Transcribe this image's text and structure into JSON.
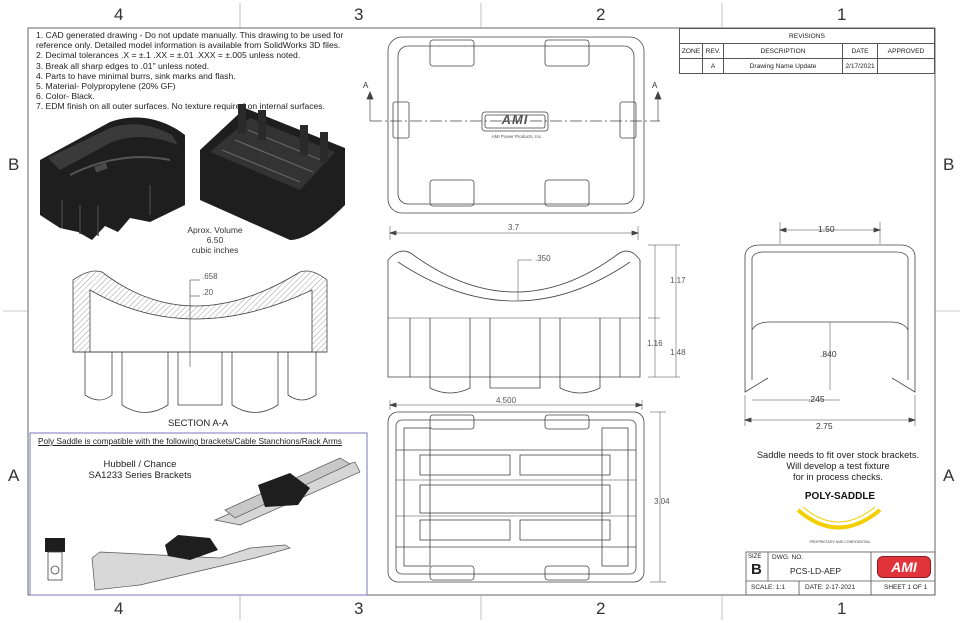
{
  "zones": {
    "top": [
      "4",
      "3",
      "2",
      "1"
    ],
    "bottom": [
      "4",
      "3",
      "2",
      "1"
    ],
    "left": [
      "B",
      "A"
    ],
    "right": [
      "B",
      "A"
    ]
  },
  "notes": [
    "1. CAD generated drawing - Do not update manually.  This drawing to be used for",
    "reference only.  Detailed model information is available from SolidWorks 3D files.",
    "2. Decimal tolerances   .X = ±.1     .XX = ±.01     .XXX = ±.005     unless noted.",
    "3. Break all sharp edges to .01\" unless noted.",
    "4. Parts to have minimal burrs, sink marks and flash.",
    "5. Material- Polypropylene (20% GF)",
    "6. Color- Black.",
    "7. EDM finish on all outer surfaces.  No texture required on internal surfaces."
  ],
  "volume": {
    "line1": "Aprox. Volume 6.50",
    "line2": "cubic inches"
  },
  "section": {
    "label": "SECTION A-A",
    "dim1": ".658",
    "dim2": ".20"
  },
  "compat": {
    "header": "Poly Saddle is compatible with the following brackets/Cable Stanchions/Rack Arms",
    "brand": "Hubbell / Chance",
    "series": "SA1233 Series Brackets"
  },
  "top_view": {
    "section_marker": "A",
    "logo": "AMI",
    "logo_sub": "AMI Power Products, Inc."
  },
  "front_view": {
    "width": "3.7",
    "depth": ".350",
    "h1": "1.17",
    "h2": "1.16",
    "h3": "1.48"
  },
  "bottom_view": {
    "width": "4.500",
    "height": "3.04"
  },
  "side_view": {
    "top": "1.50",
    "mid": ".840",
    "foot": ".245",
    "base": "2.75"
  },
  "revisions": {
    "title": "REVISIONS",
    "headers": [
      "ZONE",
      "REV.",
      "DESCRIPTION",
      "DATE",
      "APPROVED"
    ],
    "rows": [
      [
        "",
        "A",
        "Drawing Name Update",
        "2/17/2021",
        ""
      ]
    ]
  },
  "fixture_note": [
    "Saddle needs to fit over stock brackets.",
    "Will develop a test fixture",
    "for in process checks."
  ],
  "product": {
    "name": "POLY-SADDLE",
    "tag": "PROPRIETARY AND CONFIDENTIAL"
  },
  "title_block": {
    "size_label": "SIZE",
    "size": "B",
    "dwg_label": "DWG. NO.",
    "dwg_no": "PCS-LD-AEP",
    "scale": "SCALE: 1:1",
    "date": "DATE: 2-17-2021",
    "sheet": "SHEET 1 OF 1",
    "logo": "AMI"
  },
  "colors": {
    "line": "#444444",
    "logo_red": "#e0333a",
    "arc_yellow": "#f2d000",
    "compat_border": "#7a7ac0"
  }
}
